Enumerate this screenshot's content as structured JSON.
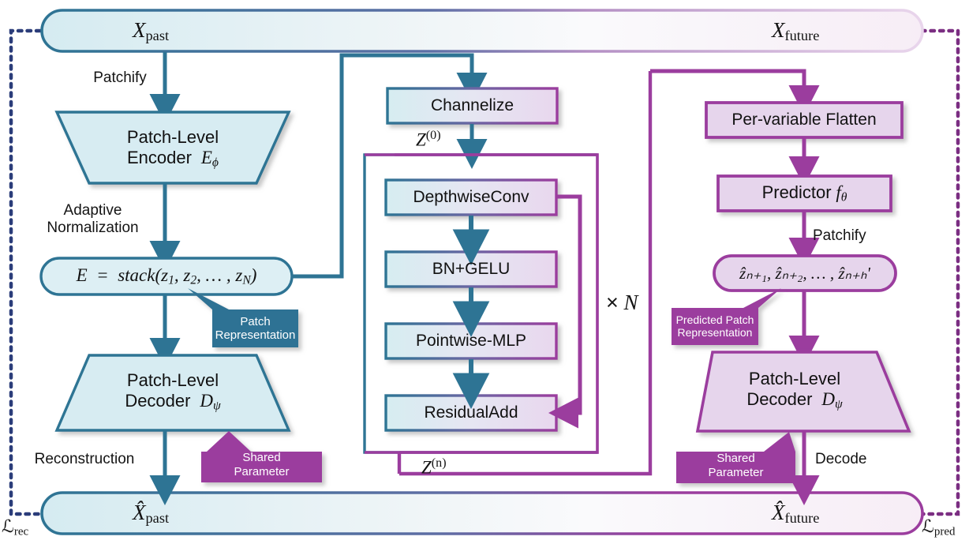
{
  "figure": {
    "type": "architecture-diagram",
    "title": "Patch-level encoder-predictor-decoder time series framework"
  },
  "colors": {
    "teal_stroke": "#2E7494",
    "teal_fill": "#D7ECF2",
    "teal_callout": "#2E7294",
    "purple_stroke": "#9B3D9E",
    "purple_fill": "#E6D5EC",
    "purple_callout": "#9B3D9E",
    "dotted_left": "#2B3D7A",
    "dotted_right": "#7B2E82",
    "text": "#141414"
  },
  "top_bar": {
    "left_label": "X",
    "left_sub": "past",
    "right_label": "X",
    "right_sub": "future"
  },
  "bottom_bar": {
    "left_label": "X̂",
    "left_sub": "past",
    "right_label": "X̂",
    "right_sub": "future"
  },
  "losses": {
    "rec": {
      "symbol": "ℒ",
      "sub": "rec"
    },
    "pred": {
      "symbol": "ℒ",
      "sub": "pred"
    }
  },
  "left_column": {
    "edge_patchify": "Patchify",
    "encoder": {
      "line1": "Patch-Level",
      "line2": "Encoder",
      "symbol": "E",
      "sub": "ϕ"
    },
    "edge_adaptive_norm_line1": "Adaptive",
    "edge_adaptive_norm_line2": "Normalization",
    "stack": "E = stack(z₁, z₂, … , zₙ)",
    "stack_parts": {
      "lhs": "E",
      "eq": "=",
      "fn": "stack",
      "args": "(z",
      "s1": "1",
      "c1": ", z",
      "s2": "2",
      "c2": ", … , z",
      "s3": "N",
      "close": ")"
    },
    "callout_patch_rep_line1": "Patch",
    "callout_patch_rep_line2": "Representation",
    "decoder": {
      "line1": "Patch-Level",
      "line2": "Decoder",
      "symbol": "D",
      "sub": "ψ"
    },
    "callout_shared_line1": "Shared",
    "callout_shared_line2": "Parameter",
    "edge_reconstruction": "Reconstruction"
  },
  "middle_column": {
    "channelize": "Channelize",
    "z0": {
      "symbol": "Z",
      "sup": "(0)"
    },
    "blocks": [
      "DepthwiseConv",
      "BN+GELU",
      "Pointwise-MLP",
      "ResidualAdd"
    ],
    "repeat": {
      "times": "×",
      "n": "N"
    },
    "zn": {
      "symbol": "Z",
      "sup": "(n)"
    }
  },
  "right_column": {
    "flatten": "Per-variable Flatten",
    "predictor": {
      "label": "Predictor",
      "symbol": "f",
      "sub": "θ"
    },
    "edge_patchify": "Patchify",
    "zhat": "ẑₙ₊₁, ẑₙ₊₂, … , ẑₙ₊ₕ'",
    "callout_pred_patch_line1": "Predicted Patch",
    "callout_pred_patch_line2": "Representation",
    "decoder": {
      "line1": "Patch-Level",
      "line2": "Decoder",
      "symbol": "D",
      "sub": "ψ"
    },
    "callout_shared_line1": "Shared",
    "callout_shared_line2": "Parameter",
    "edge_decode": "Decode"
  }
}
